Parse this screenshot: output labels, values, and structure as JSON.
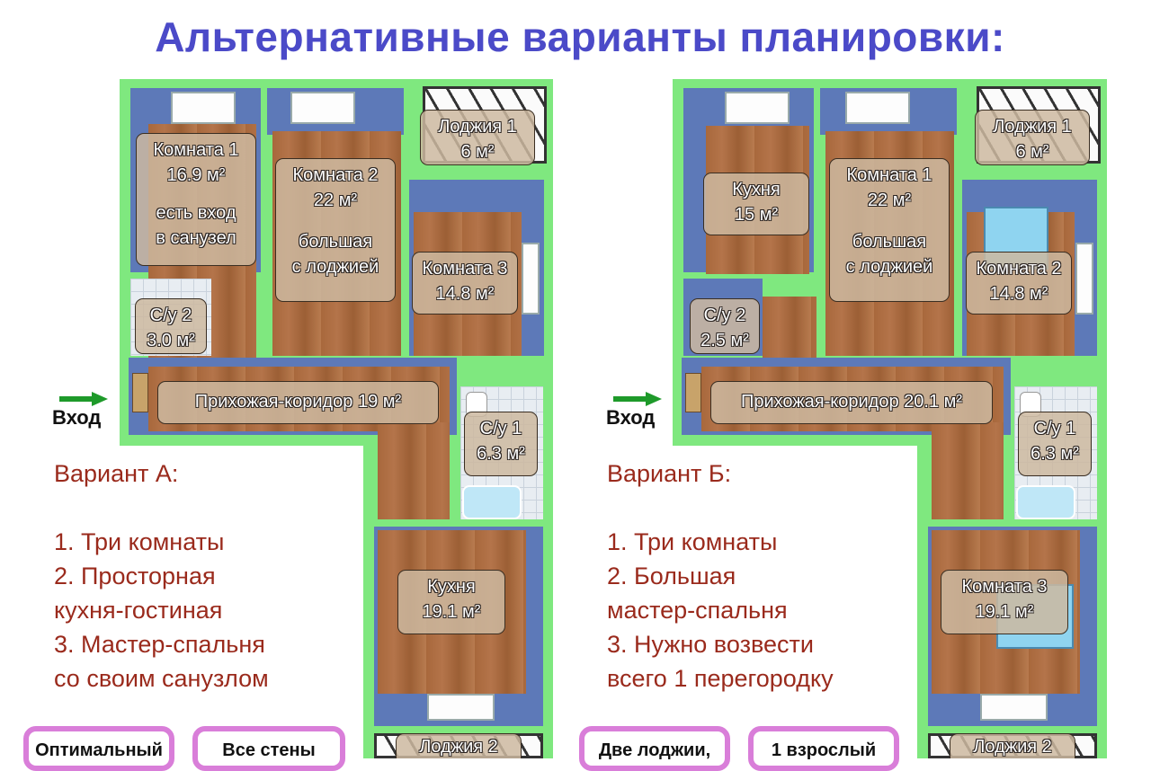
{
  "title": "Альтернативные варианты планировки:",
  "variant_a": {
    "rooms": {
      "room1": [
        "Комната 1",
        "16.9 м²",
        "",
        "есть вход",
        "в санузел"
      ],
      "room2": [
        "Комната 2",
        "22 м²",
        "",
        "большая",
        "с лоджией"
      ],
      "room3": [
        "Комната 3",
        "14.8 м²"
      ],
      "loggia1": [
        "Лоджия 1",
        "6 м²"
      ],
      "bath2": [
        "С/у 2",
        "3.0 м²"
      ],
      "corridor": [
        "Прихожая-коридор 19 м²"
      ],
      "bath1": [
        "С/у 1",
        "6.3 м²"
      ],
      "kitchen": [
        "Кухня",
        "19.1 м²"
      ],
      "loggia2": [
        "Лоджия 2"
      ]
    },
    "entry": "Вход",
    "heading": "Вариант А:",
    "points": [
      "1. Три комнаты",
      "2. Просторная",
      "кухня-гостиная",
      "3. Мастер-спальня",
      "со своим санузлом"
    ],
    "badges": [
      "Оптимальный",
      "Все стены"
    ]
  },
  "variant_b": {
    "rooms": {
      "kitchen": [
        "Кухня",
        "15 м²"
      ],
      "room1": [
        "Комната 1",
        "22 м²",
        "",
        "большая",
        "с лоджией"
      ],
      "room2": [
        "Комната 2",
        "14.8 м²"
      ],
      "loggia1": [
        "Лоджия 1",
        "6 м²"
      ],
      "bath2": [
        "С/у 2",
        "2.5 м²"
      ],
      "corridor": [
        "Прихожая-коридор 20.1 м²"
      ],
      "bath1": [
        "С/у 1",
        "6.3 м²"
      ],
      "room3": [
        "Комната 3",
        "19.1 м²"
      ],
      "loggia2": [
        "Лоджия 2"
      ]
    },
    "entry": "Вход",
    "heading": "Вариант Б:",
    "points": [
      "1. Три комнаты",
      "2. Большая",
      "мастер-спальня",
      "3. Нужно возвести",
      "всего 1 перегородку"
    ],
    "badges": [
      "Две лоджии,",
      "1 взрослый"
    ]
  },
  "colors": {
    "title": "#4b4ac8",
    "walls": "#7fe87f",
    "description": "#9a2a1c",
    "badge_border": "#d97ed9",
    "entry_arrow": "#1e9a2a"
  }
}
